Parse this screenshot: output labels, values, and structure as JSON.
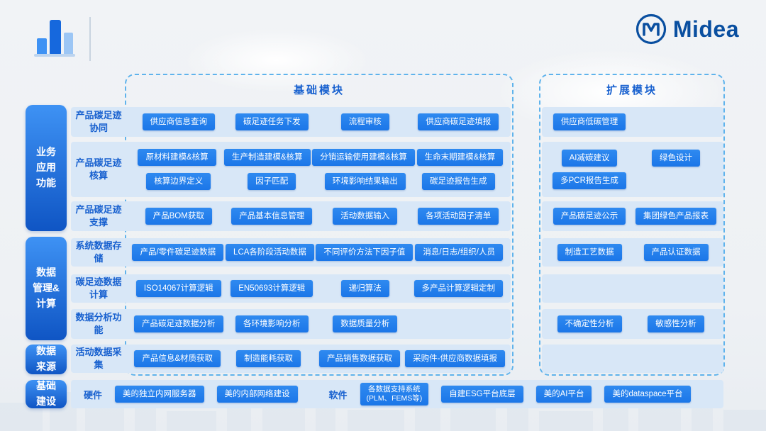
{
  "brand": {
    "name": "Midea"
  },
  "boxes": {
    "base_title": "基础模块",
    "ext_title": "扩展模块"
  },
  "side_groups": [
    {
      "label": "业务应用功能"
    },
    {
      "label": "数据管理&计算"
    },
    {
      "label": "数据来源"
    },
    {
      "label": "基础建设"
    }
  ],
  "rows": [
    {
      "label": "产品碳足迹协同",
      "base": [
        [
          "供应商信息查询",
          "碳足迹任务下发",
          "流程审核",
          "供应商碳足迹填报"
        ]
      ],
      "ext": [
        [
          "供应商低碳管理"
        ]
      ]
    },
    {
      "label": "产品碳足迹核算",
      "base": [
        [
          "原材料建模&核算",
          "生产制造建模&核算",
          "分销运输使用建模&核算",
          "生命末期建模&核算"
        ],
        [
          "核算边界定义",
          "因子匹配",
          "环境影响结果输出",
          "碳足迹报告生成"
        ]
      ],
      "ext": [
        [
          "AI减碳建议",
          "绿色设计"
        ],
        [
          "多PCR报告生成"
        ]
      ]
    },
    {
      "label": "产品碳足迹支撑",
      "base": [
        [
          "产品BOM获取",
          "产品基本信息管理",
          "活动数据输入",
          "各项活动因子清单"
        ]
      ],
      "ext": [
        [
          "产品碳足迹公示",
          "集团绿色产品报表"
        ]
      ]
    },
    {
      "label": "系统数据存储",
      "base": [
        [
          "产品/零件碳足迹数据",
          "LCA各阶段活动数据",
          "不同评价方法下因子值",
          "消息/日志/组织/人员"
        ]
      ],
      "ext": [
        [
          "制造工艺数据",
          "产品认证数据"
        ]
      ]
    },
    {
      "label": "碳足迹数据计算",
      "base": [
        [
          "ISO14067计算逻辑",
          "EN50693计算逻辑",
          "递归算法",
          "多产品计算逻辑定制"
        ]
      ],
      "ext": [
        []
      ]
    },
    {
      "label": "数据分析功能",
      "base": [
        [
          "产品碳足迹数据分析",
          "各环境影响分析",
          "数据质量分析"
        ]
      ],
      "ext": [
        [
          "不确定性分析",
          "敏感性分析"
        ]
      ]
    },
    {
      "label": "活动数据采集",
      "base": [
        [
          "产品信息&材质获取",
          "制造能耗获取",
          "产品销售数据获取",
          "采购件-供应商数据填报"
        ]
      ],
      "ext": [
        []
      ]
    }
  ],
  "bottom": {
    "hw_label": "硬件",
    "hw_items": [
      "美的独立内网服务器",
      "美的内部网络建设"
    ],
    "sw_label": "软件",
    "sw_items": [
      "各数据支持系统\n(PLM、FEMS等)",
      "自建ESG平台底层",
      "美的AI平台",
      "美的dataspace平台"
    ]
  },
  "colors": {
    "button_blue": "#1b76e8",
    "button_blue_2": "#2f8af0",
    "band_blue": "#d8e7f7",
    "label_blue": "#1760cf",
    "dashed_blue": "#5fb3ec",
    "side_top": "#3e92f4",
    "side_bottom": "#0f55c4",
    "logo_blue": "#0a4fa0"
  }
}
